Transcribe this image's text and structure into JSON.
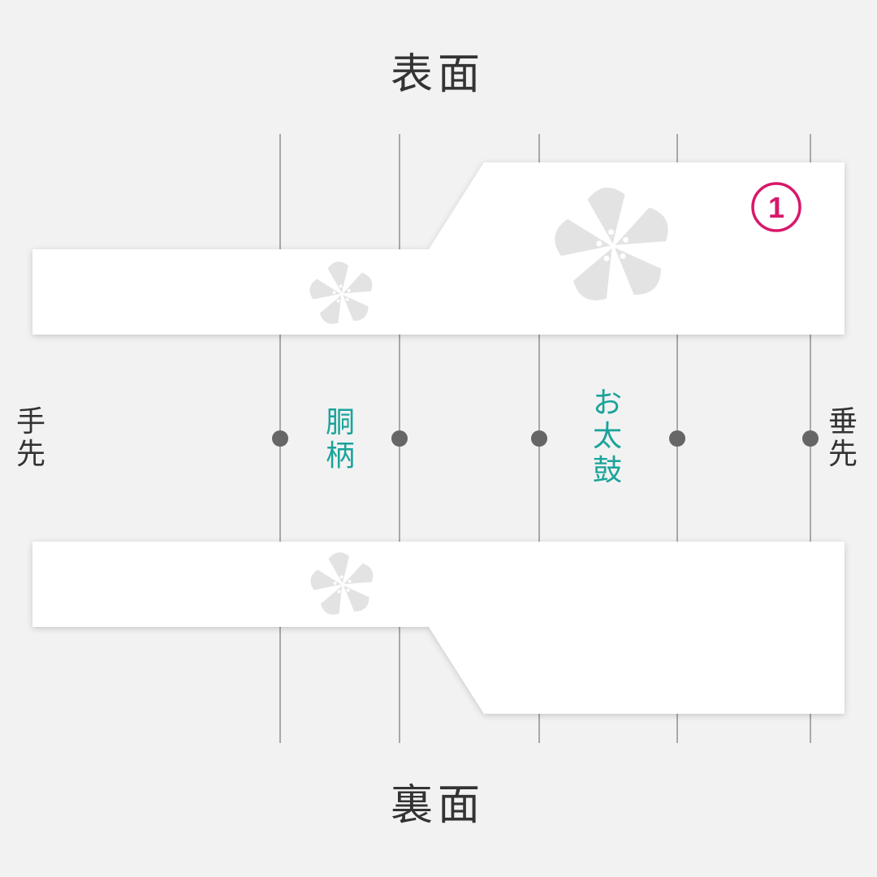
{
  "titles": {
    "front": "表面",
    "back": "裏面"
  },
  "ends": {
    "left": "手先",
    "right": "垂先"
  },
  "zones": [
    {
      "id": "dou",
      "label": "胴柄"
    },
    {
      "id": "otaiko",
      "label": "お太鼓"
    }
  ],
  "badge": {
    "number": "1"
  },
  "colors": {
    "background": "#f2f2f2",
    "panel": "#ffffff",
    "divider": "#777777",
    "marker": "#666666",
    "zone_text": "#1aa39a",
    "badge": "#d8186a",
    "sakura": "#e3e3e3",
    "title_text": "#333333"
  },
  "icons": {
    "motif": "sakura-flower-icon"
  }
}
